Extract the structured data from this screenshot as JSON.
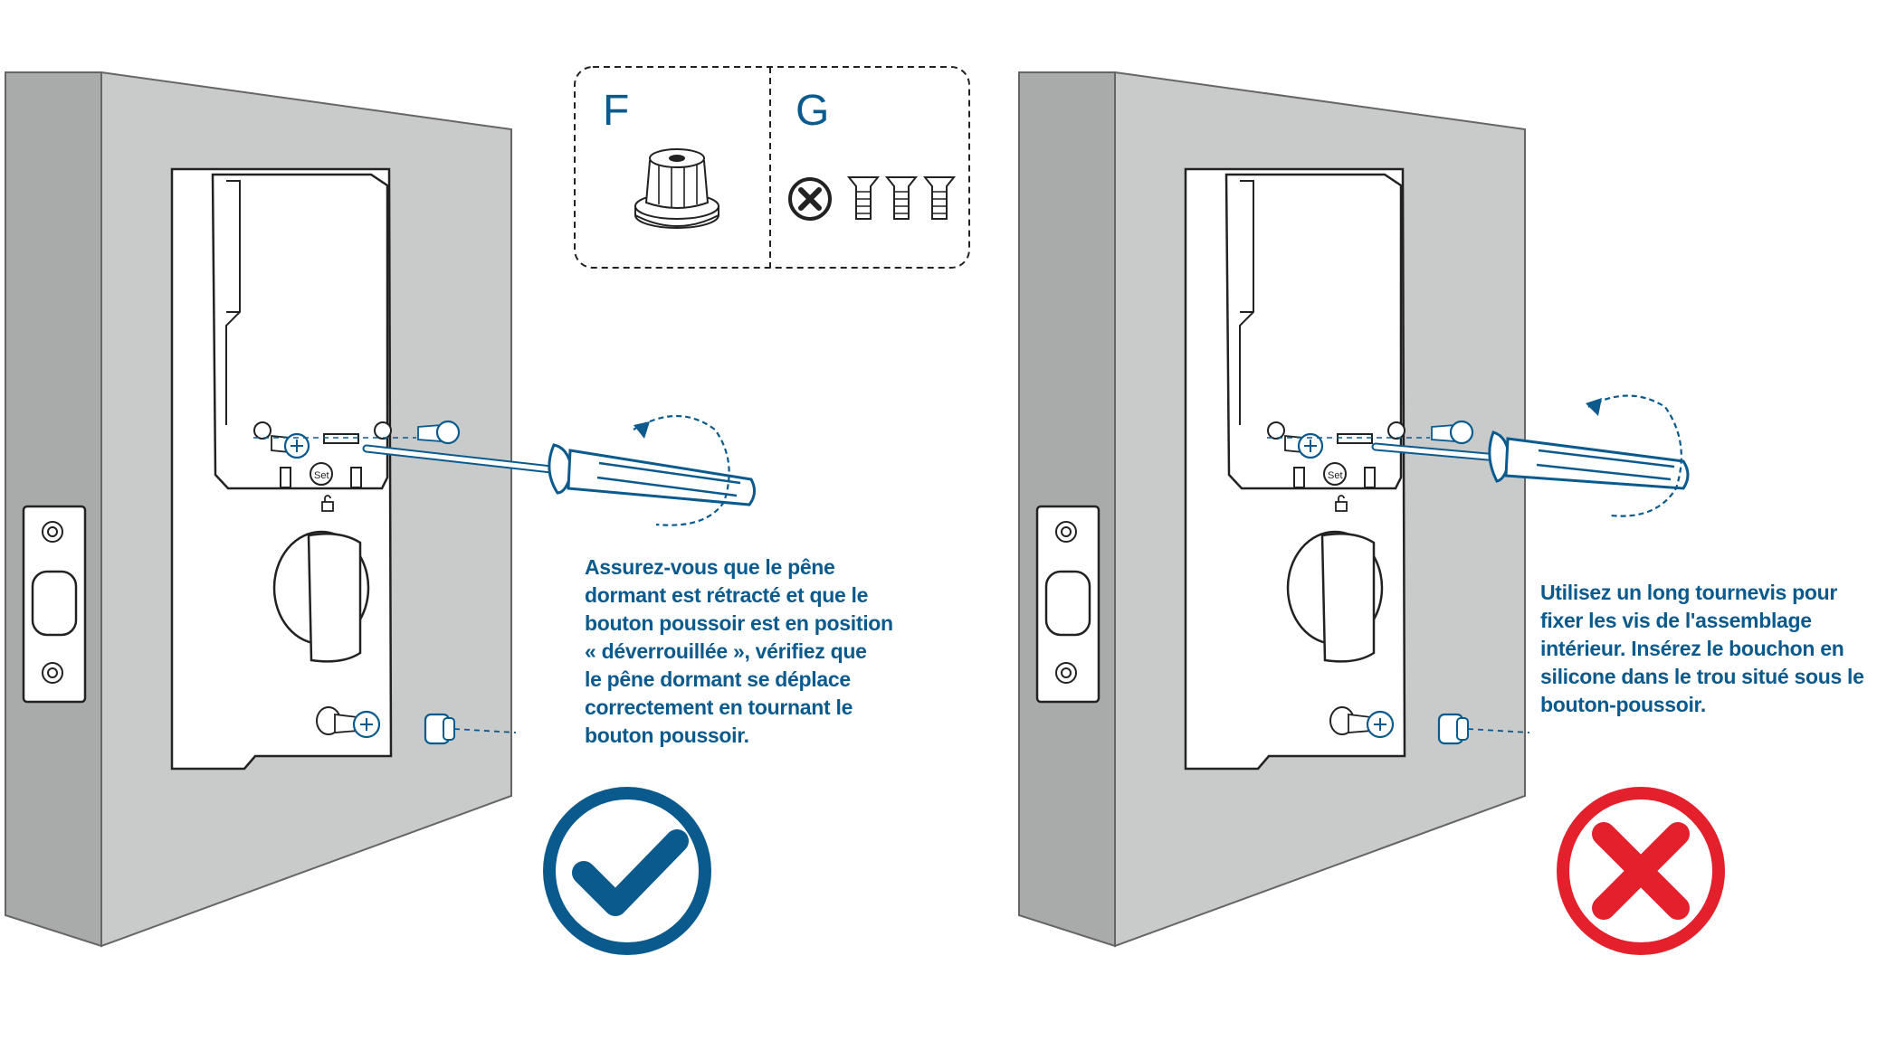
{
  "parts_box": {
    "part_f": {
      "letter": "F"
    },
    "part_g": {
      "letter": "G"
    }
  },
  "left_panel": {
    "set_label": "Set",
    "caption_lines": [
      "Assurez-vous que le pêne",
      "dormant est rétracté et que le",
      "bouton poussoir est en position",
      "« déverrouillée », vérifiez que",
      "le pêne dormant se déplace",
      "correctement en tournant le",
      "bouton poussoir."
    ],
    "verdict": "correct",
    "verdict_color": "#0b5a8e"
  },
  "right_panel": {
    "set_label": "Set",
    "caption_lines": [
      "Utilisez un long tournevis pour",
      "fixer les vis de l'assemblage",
      "intérieur. Insérez le bouchon en",
      "silicone dans le trou situé sous le",
      "bouton-poussoir."
    ],
    "verdict": "incorrect",
    "verdict_color": "#e3202c"
  },
  "colors": {
    "accent_blue": "#0b5a8e",
    "door_gray": "#c9cbcb",
    "door_edge_gray": "#a9abab",
    "error_red": "#e3202c"
  }
}
